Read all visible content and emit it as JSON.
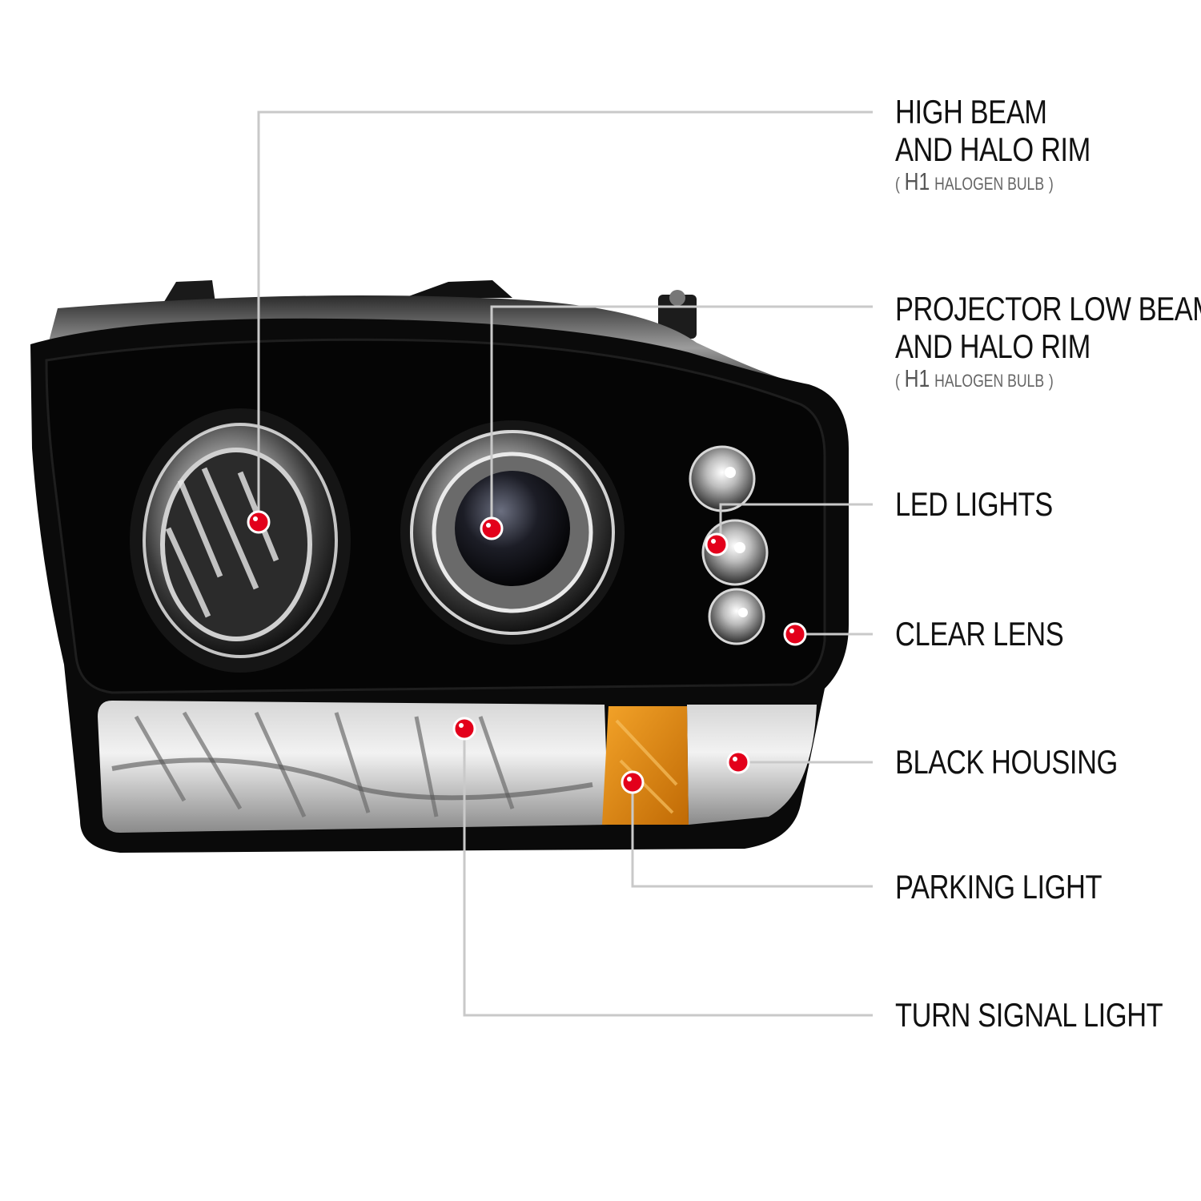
{
  "colors": {
    "background": "#ffffff",
    "callout_line": "#c9c9c9",
    "callout_dot": "#e3001b",
    "text": "#111111",
    "subtext": "#666666",
    "housing": "#0a0a0a",
    "amber": "#e08a12"
  },
  "callouts": [
    {
      "id": "high-beam",
      "lines": [
        "HIGH BEAM",
        "AND HALO RIM"
      ],
      "note": {
        "open": "(",
        "code": "H1",
        "text": "HALOGEN BULB",
        "close": ")"
      }
    },
    {
      "id": "projector-low-beam",
      "lines": [
        "PROJECTOR LOW BEAM",
        "AND HALO RIM"
      ],
      "note": {
        "open": "(",
        "code": "H1",
        "text": "HALOGEN BULB",
        "close": ")"
      }
    },
    {
      "id": "led-lights",
      "lines": [
        "LED LIGHTS"
      ]
    },
    {
      "id": "clear-lens",
      "lines": [
        "CLEAR LENS"
      ]
    },
    {
      "id": "black-housing",
      "lines": [
        "BLACK HOUSING"
      ]
    },
    {
      "id": "parking-light",
      "lines": [
        "PARKING LIGHT"
      ]
    },
    {
      "id": "turn-signal-light",
      "lines": [
        "TURN SIGNAL LIGHT"
      ]
    }
  ]
}
